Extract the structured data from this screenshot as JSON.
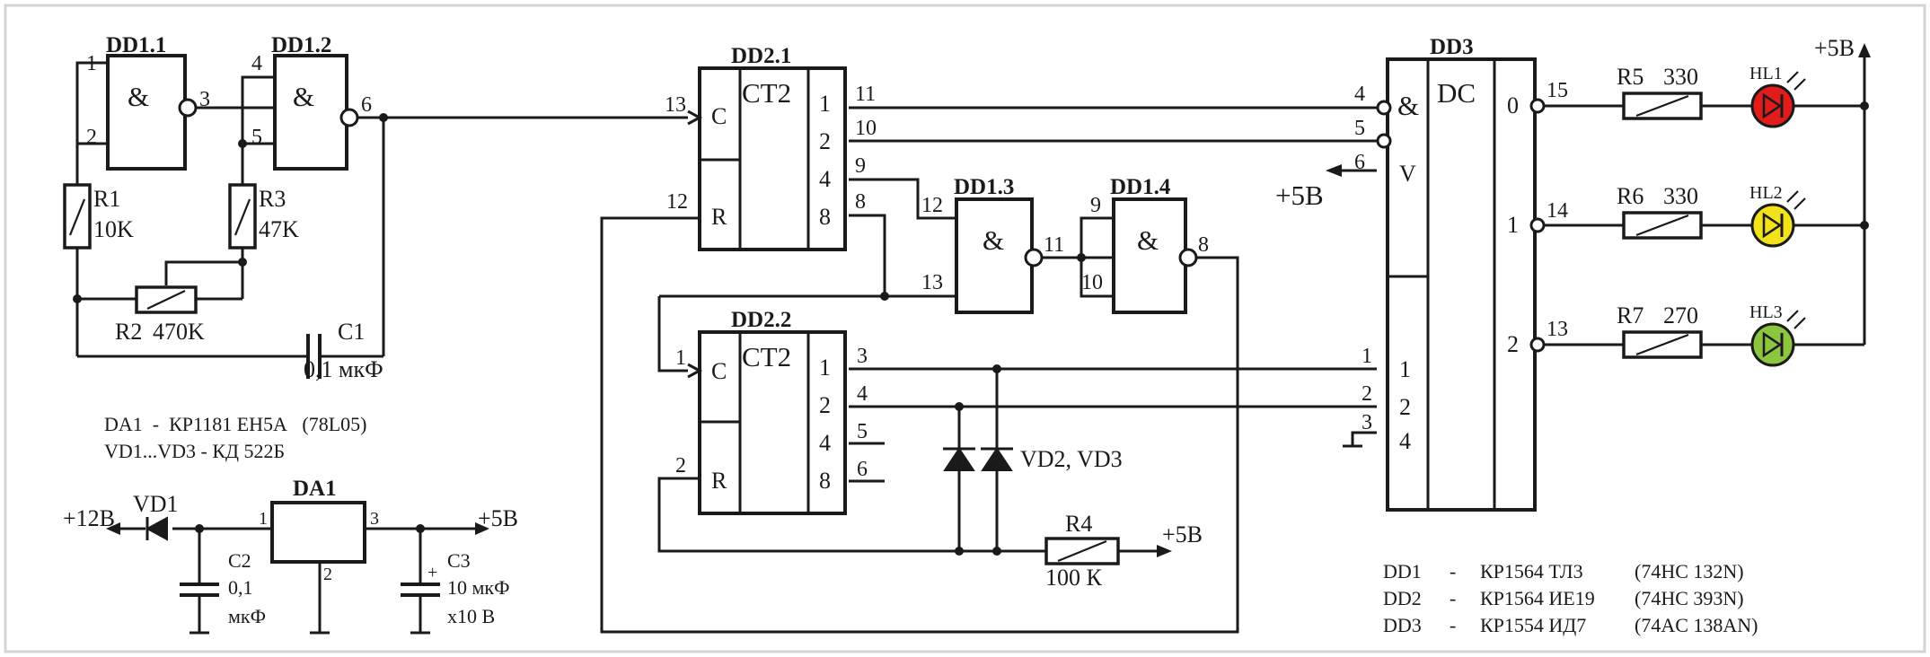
{
  "chips": {
    "dd11": {
      "ref": "DD1.1",
      "sym": "&"
    },
    "dd12": {
      "ref": "DD1.2",
      "sym": "&"
    },
    "dd13": {
      "ref": "DD1.3",
      "sym": "&"
    },
    "dd14": {
      "ref": "DD1.4",
      "sym": "&"
    },
    "dd21": {
      "ref": "DD2.1",
      "sym": "CT2",
      "c": "C",
      "r": "R"
    },
    "dd22": {
      "ref": "DD2.2",
      "sym": "CT2",
      "c": "C",
      "r": "R"
    },
    "dd3": {
      "ref": "DD3",
      "sym": "DC",
      "and": "&",
      "v": "V"
    },
    "da1": {
      "ref": "DA1"
    }
  },
  "pins": {
    "dd11_in1": "1",
    "dd11_in2": "2",
    "dd11_out": "3",
    "dd12_in1": "4",
    "dd12_in2": "5",
    "dd12_out": "6",
    "dd21_c": "13",
    "dd21_r": "12",
    "dd21_q1": "11",
    "dd21_q2": "10",
    "dd21_q4": "9",
    "dd21_q8": "8",
    "dd22_c": "1",
    "dd22_r": "2",
    "dd22_q1": "3",
    "dd22_q2": "4",
    "dd22_q4": "5",
    "dd22_q8": "6",
    "dd13_in1": "12",
    "dd13_in2": "13",
    "dd13_out": "11",
    "dd14_in1": "9",
    "dd14_in2": "10",
    "dd14_out": "8",
    "dd3_e1": "4",
    "dd3_e2": "5",
    "dd3_e3": "6",
    "dd3_a0": "1",
    "dd3_a1": "2",
    "dd3_a2": "3",
    "dd3_y0": "15",
    "dd3_y1": "14",
    "dd3_y2": "13",
    "da1_in": "1",
    "da1_gnd": "2",
    "da1_out": "3"
  },
  "weights": {
    "ct1": "1",
    "ct2": "2",
    "ct4": "4",
    "ct8": "8",
    "dc_in1": "1",
    "dc_in2": "2",
    "dc_in4": "4",
    "dc_out0": "0",
    "dc_out1": "1",
    "dc_out2": "2"
  },
  "components": {
    "r1": {
      "ref": "R1",
      "val": "10K"
    },
    "r2": {
      "ref": "R2",
      "val": "470K"
    },
    "r3": {
      "ref": "R3",
      "val": "47K"
    },
    "r4": {
      "ref": "R4",
      "val": "100 К"
    },
    "r5": {
      "ref": "R5",
      "val": "330"
    },
    "r6": {
      "ref": "R6",
      "val": "330"
    },
    "r7": {
      "ref": "R7",
      "val": "270"
    },
    "c1": {
      "ref": "C1",
      "val": "0,1 мкФ"
    },
    "c2": {
      "ref": "C2",
      "val1": "0,1",
      "val2": "мкФ"
    },
    "c3": {
      "ref": "C3",
      "val1": "10 мкФ",
      "val2": "x10 В",
      "polarity": "+"
    },
    "vd1": {
      "ref": "VD1"
    },
    "vd23": {
      "ref": "VD2, VD3"
    },
    "hl1": {
      "ref": "HL1",
      "color": "#e21b1b"
    },
    "hl2": {
      "ref": "HL2",
      "color": "#f2e21a"
    },
    "hl3": {
      "ref": "HL3",
      "color": "#8cc63f"
    }
  },
  "power": {
    "p5v_top": "+5В",
    "p5v_dd3": "+5В",
    "p5v_r4": "+5В",
    "p12v": "+12В",
    "p5v_reg": "+5В"
  },
  "notes": {
    "da1": "DA1  -  КР1181 ЕН5А   (78L05)",
    "vd": "VD1...VD3 - КД 522Б"
  },
  "parts_list": [
    {
      "ref": "DD1",
      "dash": "-",
      "part": "КР1564 ТЛ3",
      "equiv": "(74HC 132N)"
    },
    {
      "ref": "DD2",
      "dash": "-",
      "part": "КР1564 ИЕ19",
      "equiv": "(74HC 393N)"
    },
    {
      "ref": "DD3",
      "dash": "-",
      "part": "КР1554 ИД7",
      "equiv": "(74AC 138AN)"
    }
  ]
}
